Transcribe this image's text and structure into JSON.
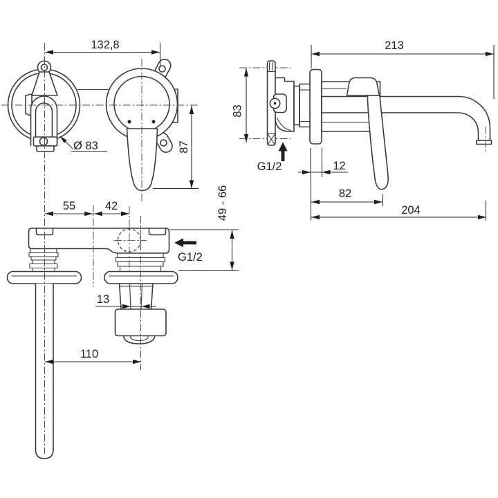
{
  "drawing": {
    "background_color": "#ffffff",
    "line_color": "#3a3a3a",
    "text_color": "#1f1f1f"
  },
  "front_view": {
    "center_distance": "132,8",
    "escutcheon_diameter": "Ø 83",
    "handle_height": "87"
  },
  "side_view": {
    "overall_depth": "213",
    "rough_in_height": "83",
    "inlet_thread": "G1/2",
    "wall_plate_thickness": "12",
    "handle_depth": "82",
    "spout_reach": "204"
  },
  "plan_view": {
    "spout_to_center": "55",
    "center_to_inlet": "42",
    "install_depth_range": "49 - 66",
    "inlet_thread": "G1/2",
    "lever_width": "13",
    "spout_to_handle_distance": "110"
  }
}
